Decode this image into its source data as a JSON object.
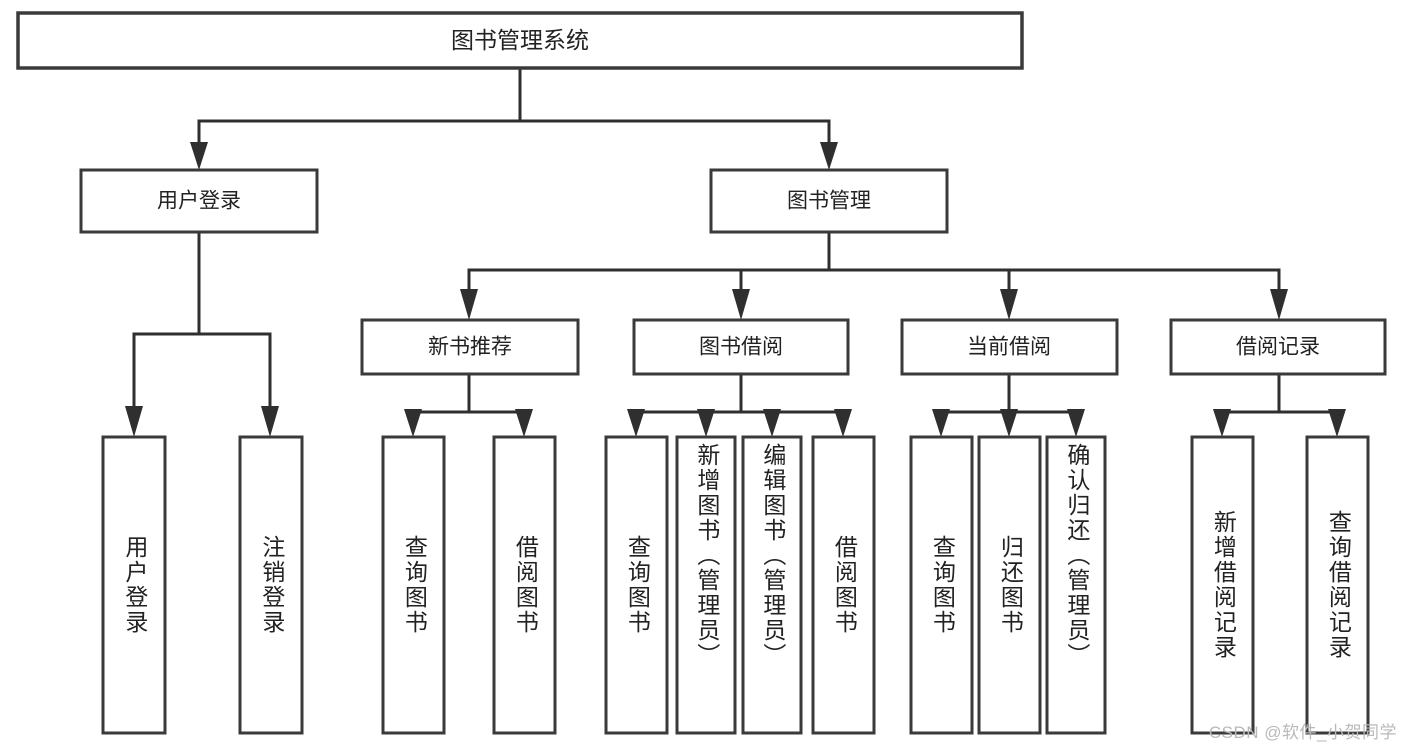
{
  "diagram": {
    "type": "tree",
    "title": "图书管理系统",
    "orientation": "top-down",
    "colors": {
      "box_stroke": "#3a3a3a",
      "connector": "#2f2f2f",
      "box_fill": "#ffffff",
      "label": "#222222",
      "watermark": "#b9b9b9",
      "background": "#ffffff"
    },
    "root": {
      "label": "图书管理系统"
    },
    "level1": [
      {
        "label": "用户登录"
      },
      {
        "label": "图书管理"
      }
    ],
    "level2": [
      {
        "label": "新书推荐"
      },
      {
        "label": "图书借阅"
      },
      {
        "label": "当前借阅"
      },
      {
        "label": "借阅记录"
      }
    ],
    "leaves": {
      "user_login": [
        {
          "label": "用户登录"
        },
        {
          "label": "注销登录"
        }
      ],
      "new_book_recommend": [
        {
          "label": "查询图书"
        },
        {
          "label": "借阅图书"
        }
      ],
      "book_borrow": [
        {
          "label": "查询图书"
        },
        {
          "label": "新增图书（管理员）"
        },
        {
          "label": "编辑图书（管理员）"
        },
        {
          "label": "借阅图书"
        }
      ],
      "current_borrow": [
        {
          "label": "查询图书"
        },
        {
          "label": "归还图书"
        },
        {
          "label": "确认归还（管理员）"
        }
      ],
      "borrow_record": [
        {
          "label": "新增借阅记录"
        },
        {
          "label": "查询借阅记录"
        }
      ]
    }
  },
  "watermark": {
    "text": "CSDN @软件_小贺同学"
  }
}
